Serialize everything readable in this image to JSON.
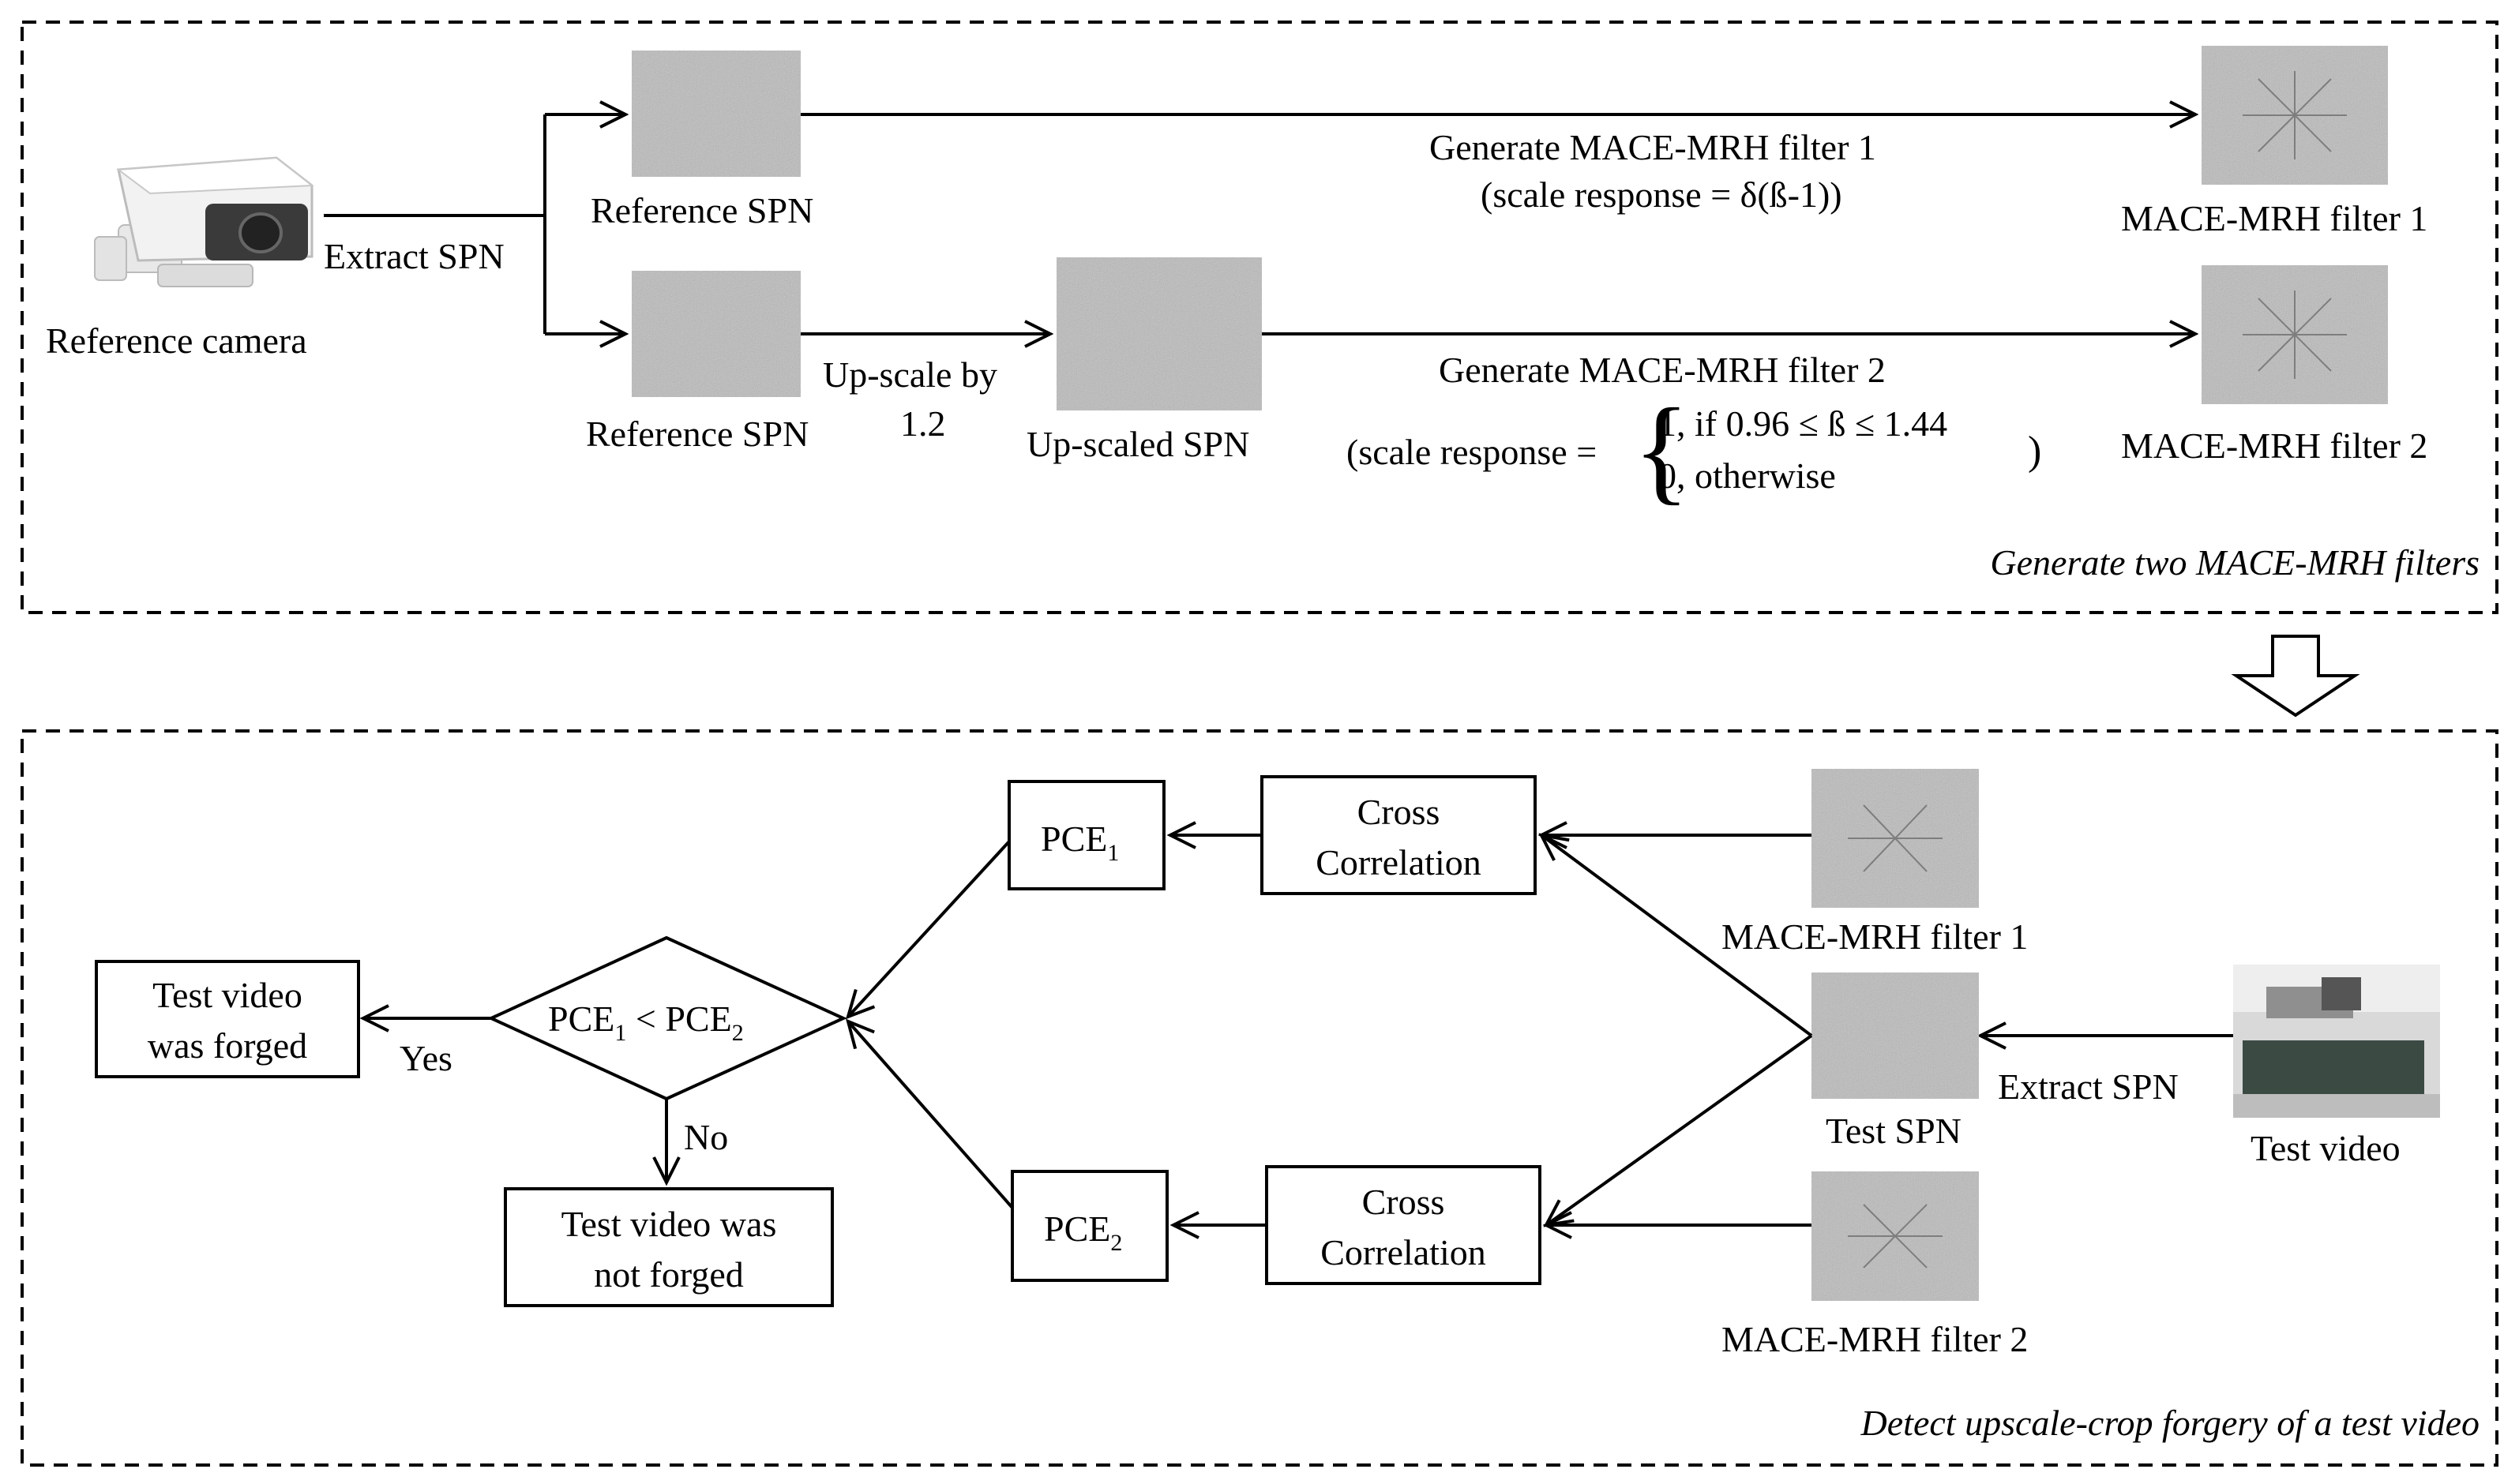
{
  "top_panel": {
    "caption": "Generate two MACE-MRH filters",
    "camera_label": "Reference camera",
    "extract_label": "Extract SPN",
    "ref_spn_1": "Reference SPN",
    "ref_spn_2": "Reference SPN",
    "upscale_label_line1": "Up-scale by",
    "upscale_label_line2": "1.2",
    "upscaled_spn": "Up-scaled SPN",
    "gen_filter1_line1": "Generate MACE-MRH filter 1",
    "gen_filter1_line2": "(scale response = δ(ß-1))",
    "gen_filter2_line1": "Generate MACE-MRH filter 2",
    "scale_response_prefix": "(scale response =",
    "case1": "1, if 0.96 ≤ ß ≤ 1.44",
    "case2": "0, otherwise",
    "scale_response_suffix": ")",
    "filter1_label": "MACE-MRH filter 1",
    "filter2_label": "MACE-MRH filter 2"
  },
  "bottom_panel": {
    "caption": "Detect upscale-crop forgery of a test video",
    "pce1_base": "PCE",
    "pce1_sub": "1",
    "pce2_base": "PCE",
    "pce2_sub": "2",
    "cross1_line1": "Cross",
    "cross1_line2": "Correlation",
    "cross2_line1": "Cross",
    "cross2_line2": "Correlation",
    "filter1_label": "MACE-MRH filter 1",
    "filter2_label": "MACE-MRH filter 2",
    "test_spn_label": "Test SPN",
    "extract_label": "Extract SPN",
    "test_video_label": "Test video",
    "decision_a": "PCE",
    "decision_a_sub": "1",
    "decision_op": " < PCE",
    "decision_b_sub": "2",
    "yes_label": "Yes",
    "no_label": "No",
    "forged_line1": "Test video",
    "forged_line2": "was forged",
    "not_forged_line1": "Test video was",
    "not_forged_line2": "not forged"
  },
  "colors": {
    "line": "#000000",
    "noise_gray": "#7a7a7a",
    "filter_gray": "#8a8a8a"
  }
}
